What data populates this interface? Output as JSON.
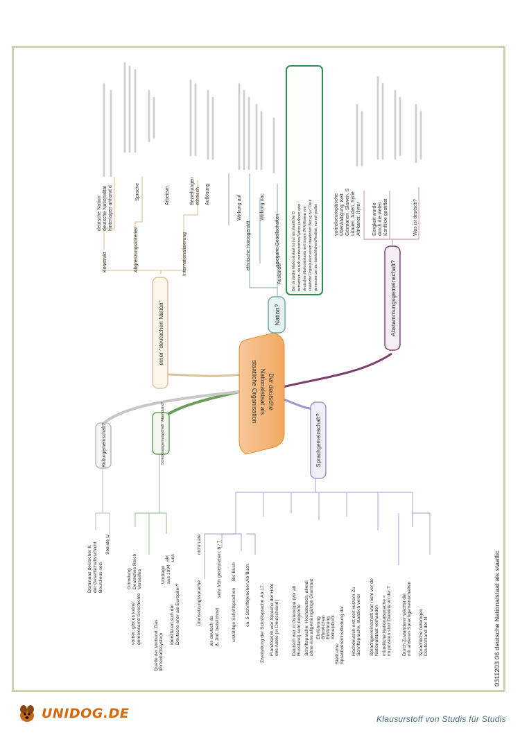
{
  "footer": {
    "logo_text": "UNIDOG.DE",
    "slogan": "Klausurstoff von Studis für Studis"
  },
  "side_title": "0311203 06 deutsche Nationalstaat als staatlic",
  "center": {
    "title_lines": [
      "Der deutsche",
      "Nationalstaat als",
      "staatliche Organisation"
    ]
  },
  "branches": {
    "nation": {
      "label": "Nation?",
      "items": [
        "Ausländer",
        "ethnische Homogenität",
        "Wirkung auf",
        "Wirkung nac",
        "seiegane Gesellschaften"
      ],
      "quote_lines": [
        "Der deutsche Nationalstaat ist nur als staatliche O",
        "betrachten, da sich zur deutschen Nation rechnen oder",
        "deutschen Nationalstaats seit bogen 24 Millionen von",
        "staatliche Organisation einen staatlichen Bezug zur \"Deut",
        "gemessen an der tatsächlichen Realität, nur mit großer"
      ]
    },
    "deutsche_nation": {
      "label": "einer \"deutschen Nation\"",
      "konstrukt": "Konstrukt",
      "konstrukt_items": [
        "deutsche Nation",
        "deutsche Nationalität",
        "hinterlagen anhand d"
      ],
      "abgrenzung": "Abgrenzungskriterien",
      "abgrenzung_items": [
        "Sprache"
      ],
      "international": "Internationalisierung",
      "international_items": [
        "Arbeitsm",
        "Beziehungen",
        "ethnisch",
        "Auflösung"
      ]
    },
    "abstammung": {
      "label": "Abstammungsgemeinschaft?",
      "items": [
        "vorindoeuropäische",
        "Überwältigung, Kelt",
        "Germanen, Slawen, S",
        "Litauer, Juden, Syrie",
        "Afrikaner, Illyrer",
        "Einigkeit wurde",
        "durch die vielen",
        "Konflikte gestiftet",
        "Was ist deutsch?"
      ]
    },
    "sprach": {
      "label": "Sprachgemeinschaft?",
      "items": [
        "Übersetzungssprache",
        "nicht Late",
        "als deutsch ab",
        "8. Jhd. bezeichnet",
        "sehr früh geschrieben: 8 / 7",
        "unzählige Schriftsprachen",
        "Bis Buch",
        "ca. 5 Schriftsprachen",
        "Ab Buch",
        "Zweiteilung der Schriftsprache",
        "Ab 17.",
        "Französisch war Sprache der Höfe",
        "des Adels (in Deutschland)",
        "Deutsch war in Osteuropa (vor all",
        "Russland) sehr begehrte",
        "Schriftsprache: Hochdeutsch, allerdi",
        "ohne eine allgemeingültige Grammat",
        "Einführung",
        "öffentlichen",
        "Einführung",
        "Schulpflicht",
        "Stellt eine",
        "Sprachvereinheitlichung dar",
        "Hochdeutsch erst seit kurzem Zu",
        "Schriftsprache, staatlich veror",
        "Sprachgemeinschaft war nicht vor de",
        "Nationalstaat vorhanden",
        "mündliche Nationalsprache =",
        "im privaten sind Dialekte an der T",
        "Durch Zuwanderer wächst die",
        "mit anderen Sprachgemeinschaften",
        "Sprachliche heterogen",
        "Deutschland der N"
      ]
    },
    "schicksal": {
      "label": "Schicksalsgemeinschaft \"Abendland\"",
      "items": [
        "Gründung",
        "Deutsches Reich",
        "Versailles",
        "vorher: gibt es keine",
        "gemeinsame Geschichte",
        "Umfrage",
        "aus 1994",
        "Identifiziert sich der",
        "Deutsche eher als Europäer?",
        "Quelle der Verbund: Das",
        "Wirtschaftssystem",
        "akt",
        "uns"
      ]
    },
    "kultur": {
      "label": "Kulturgemeinschaft?",
      "items": [
        "Dominanz deutscher K",
        "der Gesellschaftsschicht",
        "Bourdieus sozi",
        "Soziale U"
      ]
    }
  }
}
